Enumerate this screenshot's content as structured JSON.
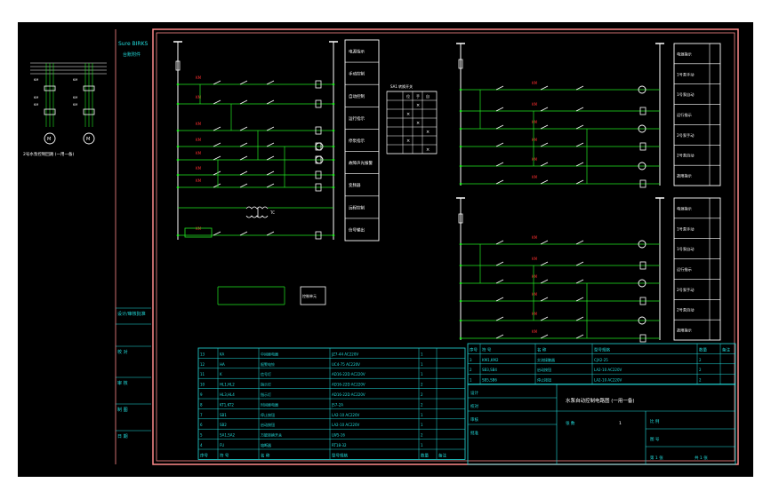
{
  "colors": {
    "background": "#000000",
    "border": "#ff8a8a",
    "circuit": "#22e822",
    "rail": "#ffffff",
    "table": "#22dddd",
    "component_label": "#ff3030",
    "cyan_text": "#22dddd"
  },
  "sheet": {
    "top_left_label_1": "Sure BIRKS",
    "top_left_label_2": "台账附件",
    "motor_caption": "2号水泵控制回路 (一用一备)",
    "side_label_1": "设计/审核批准",
    "side_label_2": "校 对",
    "side_label_3": "审 核",
    "side_label_4": "制 图",
    "side_label_5": "日 期",
    "control_box_label": "控制单元"
  },
  "transformer_label": "TC",
  "small_matrix": {
    "title": "SA1 转换开关",
    "headers": [
      "位",
      "手",
      "自"
    ],
    "marks": [
      [
        "",
        "×",
        ""
      ],
      [
        "×",
        "",
        ""
      ],
      [
        "",
        "×",
        ""
      ],
      [
        "",
        "",
        "×"
      ],
      [
        "×",
        "",
        ""
      ],
      [
        "",
        "",
        "×"
      ]
    ]
  },
  "middle_function_labels": [
    "电源指示",
    "手动控制",
    "自动控制",
    "运行指示",
    "停泵指示",
    "故障声光报警",
    "变频器",
    "远程控制",
    "信号输出"
  ],
  "right_function_labels_top": [
    "电源指示",
    "1号泵手动",
    "1号泵自动",
    "运行指示",
    "2号泵手动",
    "2号泵自动",
    "故障指示"
  ],
  "right_function_labels_bottom": [
    "电源指示",
    "1号泵手动",
    "1号泵自动",
    "运行指示",
    "2号泵手动",
    "2号泵自动",
    "故障指示"
  ],
  "bom_left": {
    "headers": [
      "序号",
      "符 号",
      "名 称",
      "型号规格",
      "数量",
      "备注"
    ],
    "rows": [
      [
        "13",
        "KA",
        "中间继电器",
        "JZ7-44 AC220V",
        "1",
        ""
      ],
      [
        "12",
        "HA",
        "报警电铃",
        "UC4-75 AC220V",
        "1",
        ""
      ],
      [
        "11",
        "K",
        "信号灯",
        "AD16-22D AC220V",
        "1",
        ""
      ],
      [
        "10",
        "HL1,HL2",
        "指示灯",
        "AD16-22D AC220V",
        "2",
        ""
      ],
      [
        "9",
        "HL3,HL4",
        "指示灯",
        "AD16-22D AC220V",
        "2",
        ""
      ],
      [
        "8",
        "KT1,KT2",
        "时间继电器",
        "JS7-2A",
        "2",
        ""
      ],
      [
        "7",
        "SB1",
        "停止按钮",
        "LA2-10 AC220V",
        "1",
        ""
      ],
      [
        "6",
        "SB2",
        "启动按钮",
        "LA2-10 AC220V",
        "1",
        ""
      ],
      [
        "5",
        "SA1,SA2",
        "万能转换开关",
        "LW5-16",
        "2",
        ""
      ],
      [
        "4",
        "FU",
        "熔断器",
        "RT18-32",
        "1",
        ""
      ]
    ]
  },
  "bom_right": {
    "headers": [
      "序号",
      "符 号",
      "名 称",
      "型号规格",
      "数量",
      "备注"
    ],
    "rows": [
      [
        "3",
        "KM1,KM2",
        "交流接触器",
        "CJX2-25",
        "2",
        ""
      ],
      [
        "2",
        "SB3,SB4",
        "启动按钮",
        "LA2-10 AC220V",
        "2",
        ""
      ],
      [
        "1",
        "SB5,SB6",
        "停止按钮",
        "LA2-10 AC220V",
        "2",
        ""
      ]
    ]
  },
  "title_block": {
    "drawing_title": "水泵自动控制电路图 (一用一备)",
    "row_labels": [
      "设计",
      "校对",
      "审核",
      "批准"
    ],
    "sheet_label": "张 数",
    "sheet_value": "1",
    "scale_label": "比 例",
    "drawing_no_label": "图 号",
    "page_label": "第 1 张",
    "total_label": "共 1 张"
  }
}
